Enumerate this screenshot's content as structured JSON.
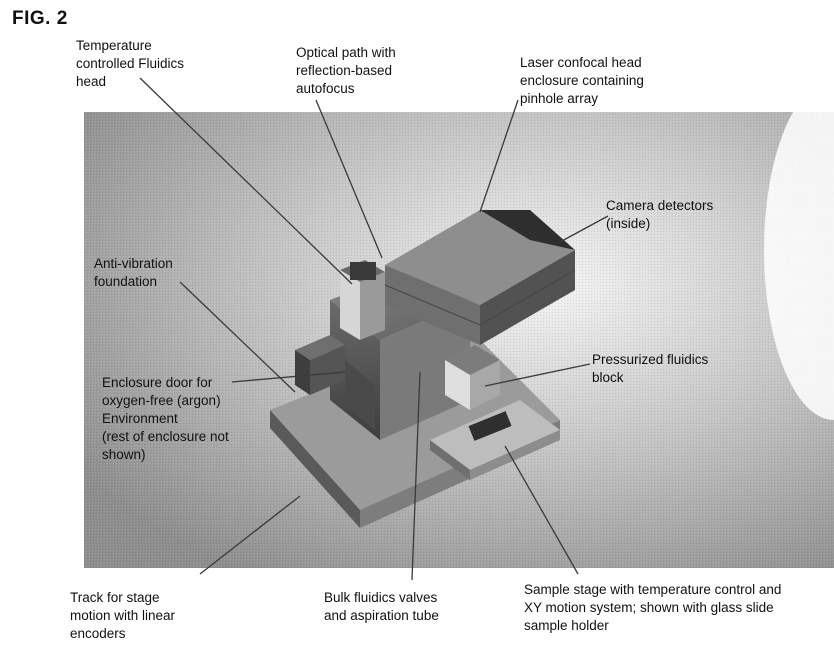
{
  "figure": {
    "title": "FIG. 2"
  },
  "labels": {
    "fluidics_head": "Temperature\ncontrolled Fluidics\nhead",
    "optical_path": "Optical path with\nreflection-based\nautofocus",
    "confocal_head": "Laser confocal head\nenclosure containing\npinhole array",
    "camera_detectors": "Camera detectors\n(inside)",
    "anti_vibration": "Anti-vibration\nfoundation",
    "pressurized_block": "Pressurized fluidics\nblock",
    "enclosure_door": "Enclosure door for\noxygen-free (argon)\nEnvironment\n(rest of enclosure not\nshown)",
    "track": "Track for stage\nmotion with linear\nencoders",
    "bulk_valves": "Bulk fluidics valves\nand aspiration tube",
    "sample_stage": "Sample stage with temperature control and\nXY motion system; shown with glass slide\nsample holder"
  },
  "colors": {
    "background_gray": "#b4b4b4",
    "leader_line": "#3a3a3a",
    "text": "#111111"
  }
}
